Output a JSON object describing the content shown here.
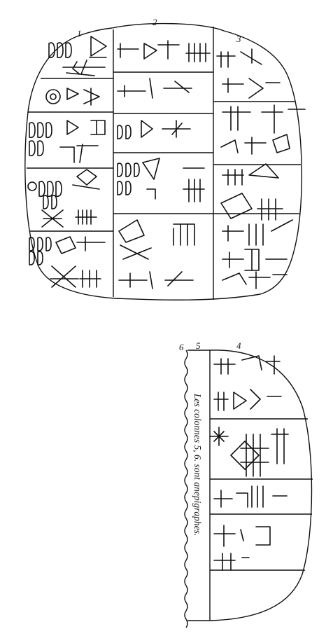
{
  "tablet_top": {
    "column_numbers": [
      "1",
      "2",
      "3"
    ]
  },
  "tablet_bottom": {
    "column_numbers": [
      "6",
      "5",
      "4"
    ],
    "side_note": "Les colonnes 5, 6. sont anepigraphes."
  },
  "ink_color": "#111111"
}
